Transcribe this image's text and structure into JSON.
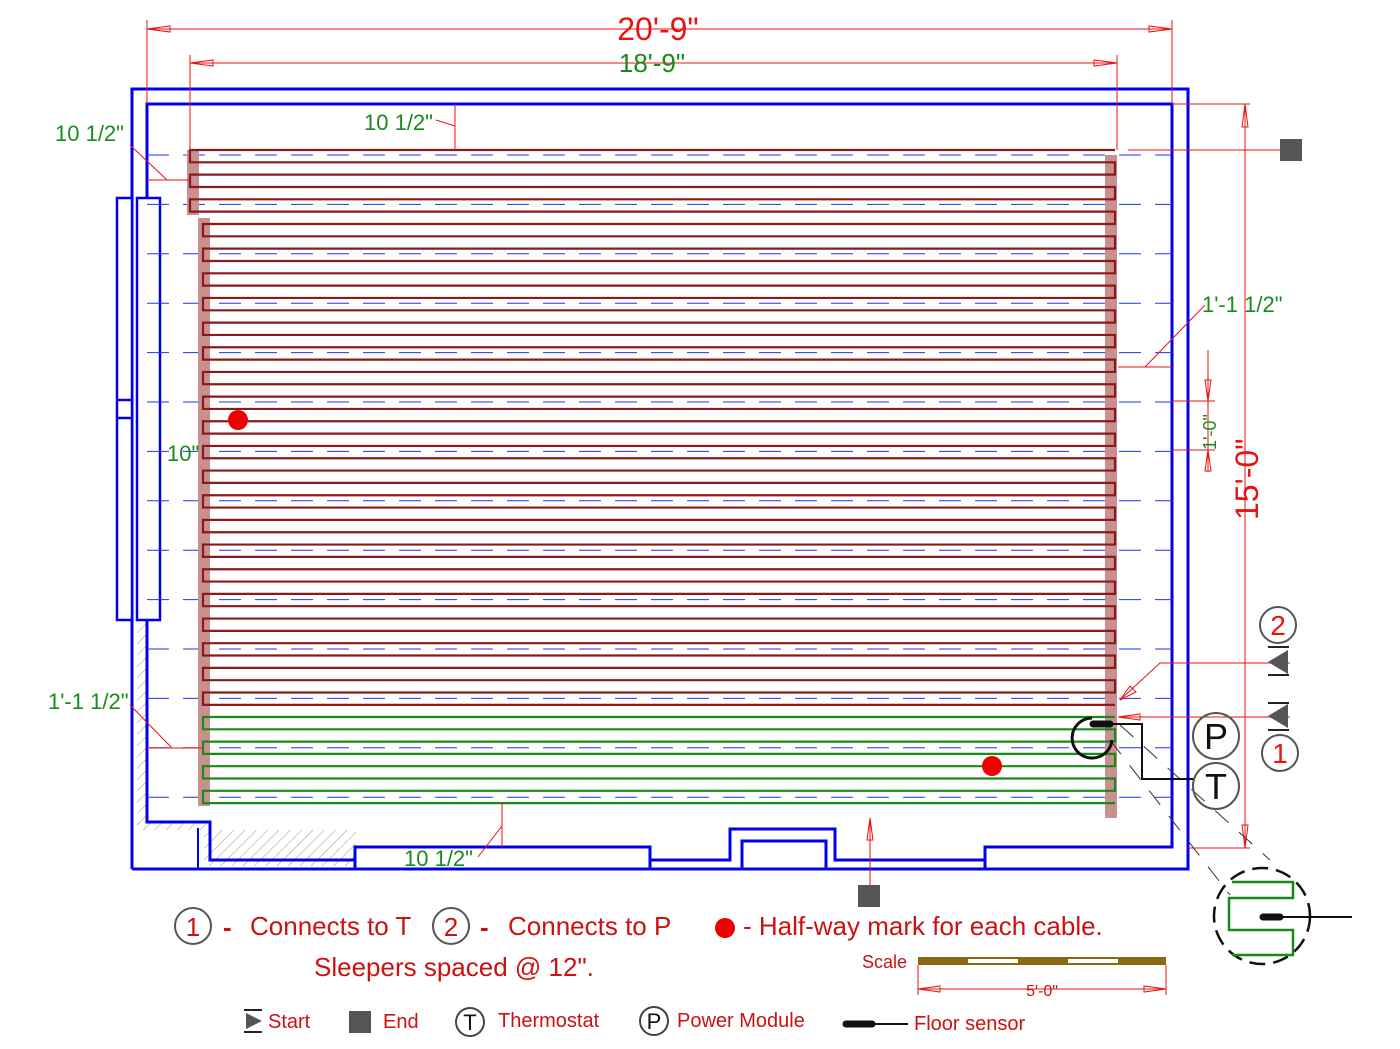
{
  "dimensions": {
    "overall_width": "20'-9\"",
    "cable_width": "18'-9\"",
    "overall_height": "15'-0\"",
    "top_left_offset": "10 1/2\"",
    "top_offset": "10 1/2\"",
    "right_offset": "1'-1 1/2\"",
    "spacing": "1'-0\"",
    "left_offset": "10\"",
    "bottom_left_offset": "1'-1 1/2\"",
    "bottom_offset": "10 1/2\""
  },
  "symbols": {
    "p": "P",
    "t": "T",
    "one": "1",
    "two": "2"
  },
  "notes": {
    "n1_num": "1",
    "n1_text": "Connects to T",
    "n2_num": "2",
    "n2_text": "Connects to P",
    "dash1": "-",
    "dash2": "-",
    "halfway": "- Half-way mark for each cable.",
    "sleepers": "Sleepers spaced @ 12\"."
  },
  "scale": {
    "label": "Scale",
    "length": "5'-0\""
  },
  "legend": {
    "start": "Start",
    "end": "End",
    "thermostat_symbol": "T",
    "thermostat": "Thermostat",
    "power_symbol": "P",
    "power": "Power Module",
    "sensor": "Floor sensor"
  },
  "colors": {
    "wall": "#0000ee",
    "cable1": "#8b1a1a",
    "cable2": "#1a8a1a",
    "dim": "#ee1111",
    "dimtext": "#1a8a1a",
    "strip": "#c99090"
  }
}
